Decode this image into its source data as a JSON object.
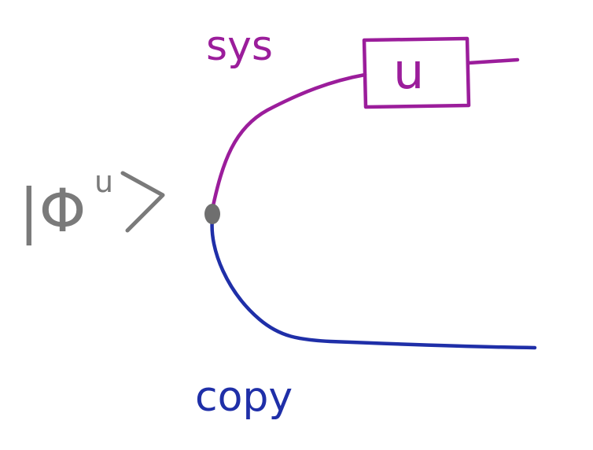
{
  "labels": {
    "system_wire": "sys",
    "copy_wire": "copy",
    "gate": "u",
    "state_ket": "|Φ",
    "state_superscript": "u"
  },
  "colors": {
    "system": "#9b1d9b",
    "copy": "#1f2fa8",
    "state": "#7a7a7a",
    "node": "#6f6f6f",
    "background": "#ffffff"
  }
}
